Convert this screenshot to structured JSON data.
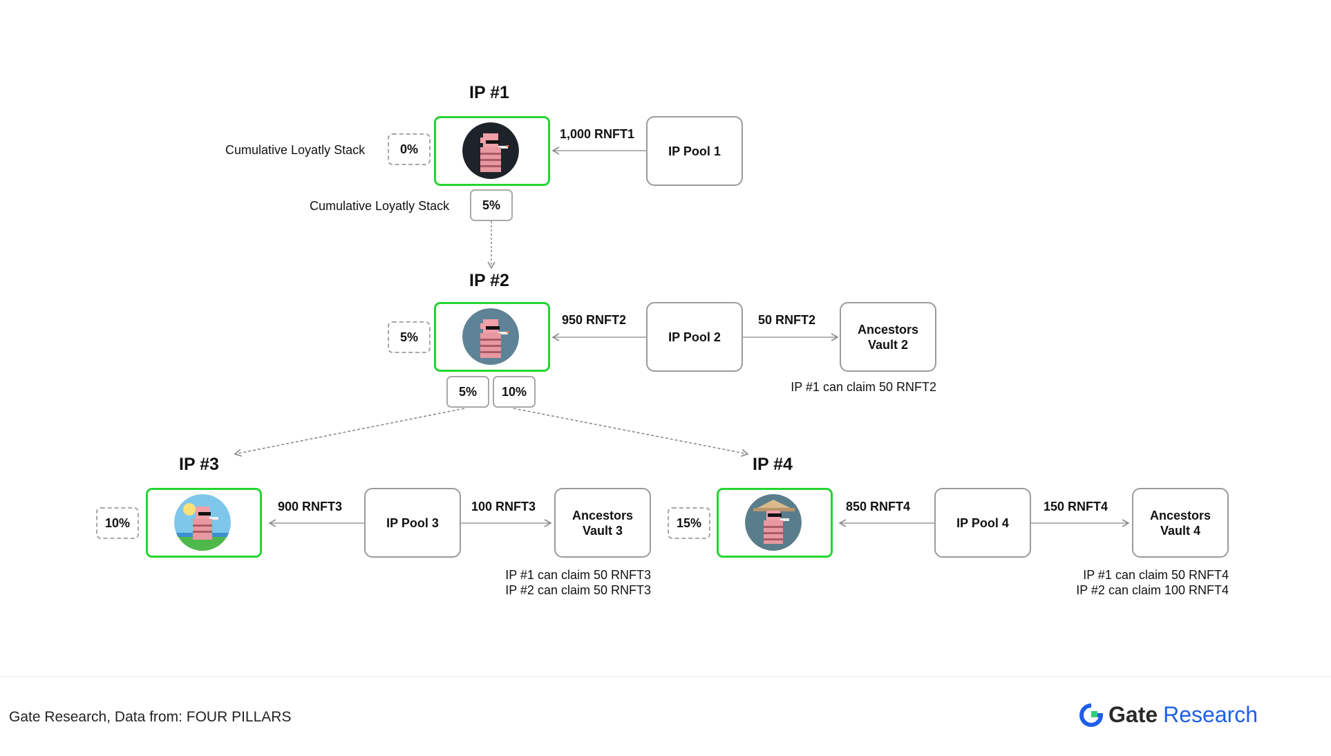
{
  "ip1": {
    "title": "IP #1",
    "stack_label_left": "Cumulative Loyatly Stack",
    "stack_pct_left": "0%",
    "stack_label_bottom": "Cumulative Loyatly Stack",
    "stack_pct_bottom": "5%",
    "pool": "IP Pool 1",
    "amount": "1,000 RNFT1"
  },
  "ip2": {
    "title": "IP #2",
    "stack_pct_left": "5%",
    "bottom_pct_a": "5%",
    "bottom_pct_b": "10%",
    "pool": "IP Pool 2",
    "amount_in": "950 RNFT2",
    "amount_out": "50 RNFT2",
    "vault": "Ancestors Vault 2",
    "claims": [
      "IP #1 can claim 50 RNFT2"
    ]
  },
  "ip3": {
    "title": "IP #3",
    "stack_pct_left": "10%",
    "pool": "IP Pool 3",
    "amount_in": "900 RNFT3",
    "amount_out": "100 RNFT3",
    "vault": "Ancestors Vault 3",
    "claims": [
      "IP #1 can claim 50 RNFT3",
      "IP #2 can claim 50 RNFT3"
    ]
  },
  "ip4": {
    "title": "IP #4",
    "stack_pct_left": "15%",
    "pool": "IP Pool 4",
    "amount_in": "850 RNFT4",
    "amount_out": "150 RNFT4",
    "vault": "Ancestors Vault 4",
    "claims": [
      "IP #1 can claim 50 RNFT4",
      "IP #2 can claim 100 RNFT4"
    ]
  },
  "footer": {
    "source": "Gate Research, Data from: FOUR PILLARS",
    "brand_gate": "Gate",
    "brand_research": "Research"
  },
  "icons": {
    "ip1_avatar": "pixel-character-dark-avatar-icon",
    "ip2_avatar": "pixel-character-slate-avatar-icon",
    "ip3_avatar": "pixel-character-sky-avatar-icon",
    "ip4_avatar": "pixel-character-straw-hat-avatar-icon",
    "brand_logo": "gate-logo-icon"
  },
  "colors": {
    "ip_border": "#22d62f",
    "brand_blue": "#1f5ee8"
  }
}
